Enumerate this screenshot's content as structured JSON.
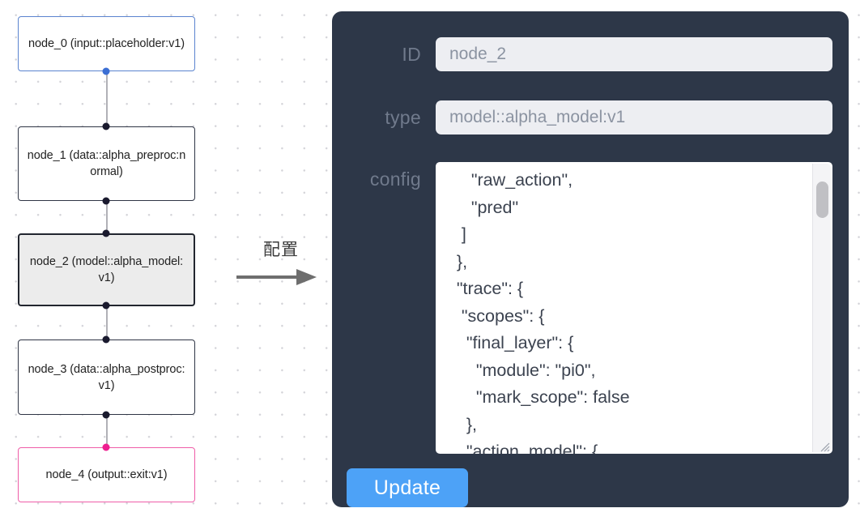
{
  "canvas": {
    "nodes": [
      {
        "id": "node_0",
        "label": "node_0\n(input::placeholder:v1)",
        "state": "input"
      },
      {
        "id": "node_1",
        "label": "node_1\n(data::alpha_preproc:normal)",
        "state": "default"
      },
      {
        "id": "node_2",
        "label": "node_2\n(model::alpha_model:v1)",
        "state": "selected"
      },
      {
        "id": "node_3",
        "label": "node_3\n(data::alpha_postproc:v1)",
        "state": "default"
      },
      {
        "id": "node_4",
        "label": "node_4\n(output::exit:v1)",
        "state": "output"
      }
    ],
    "edges": [
      {
        "from": "node_0",
        "to": "node_1"
      },
      {
        "from": "node_1",
        "to": "node_2"
      },
      {
        "from": "node_2",
        "to": "node_3"
      },
      {
        "from": "node_3",
        "to": "node_4"
      }
    ]
  },
  "annotation": {
    "label": "配置",
    "arrow_icon": "arrow-right-icon"
  },
  "panel": {
    "fields": {
      "id": {
        "label": "ID",
        "value": "node_2"
      },
      "type": {
        "label": "type",
        "value": "model::alpha_model:v1"
      },
      "config": {
        "label": "config",
        "value": "      \"raw_action\",\n      \"pred\"\n    ]\n   },\n   \"trace\": {\n    \"scopes\": {\n     \"final_layer\": {\n       \"module\": \"pi0\",\n       \"mark_scope\": false\n     },\n     \"action_model\": {"
      }
    },
    "update_button": {
      "label": "Update"
    },
    "scrollbar": {
      "name": "config-scrollbar"
    }
  },
  "colors": {
    "panel_bg": "#2d3748",
    "accent_blue": "#4da2f7",
    "input_node_border": "#5b84cf",
    "output_node_border": "#ef5da8",
    "selected_node_fill": "#ececec",
    "edge": "#b1b1b7"
  }
}
